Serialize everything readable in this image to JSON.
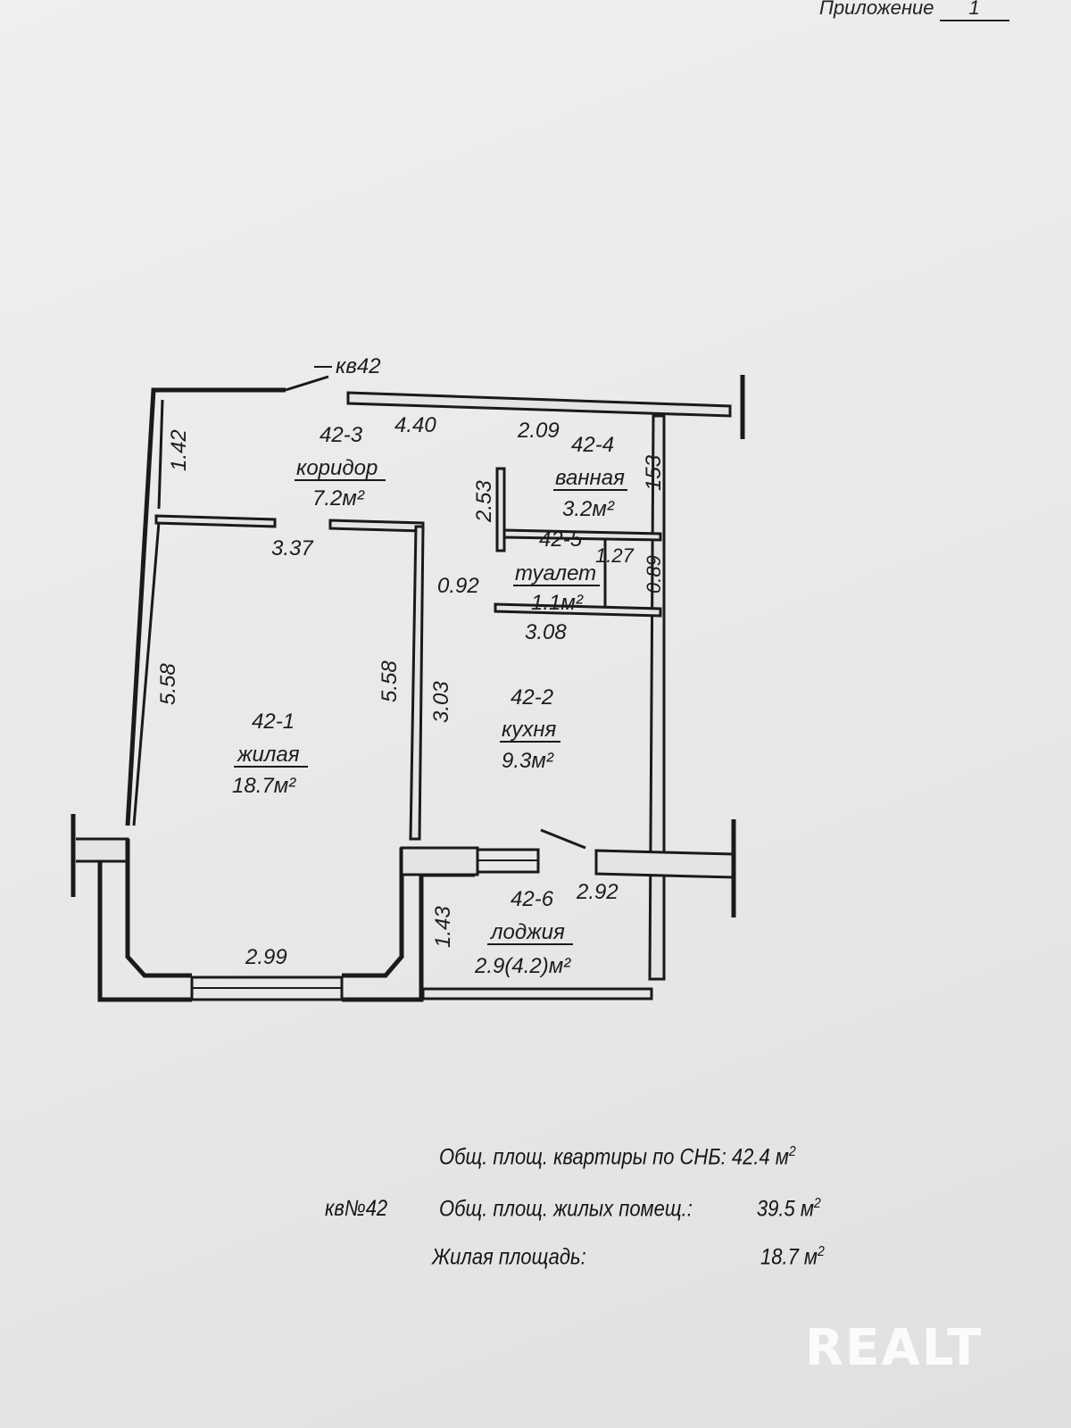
{
  "header": {
    "appendix_label": "Приложение",
    "appendix_number": "1"
  },
  "plan": {
    "apartment_label": "кв42",
    "rooms": [
      {
        "id": "42-1",
        "name": "жилая",
        "area": "18.7м²"
      },
      {
        "id": "42-2",
        "name": "кухня",
        "area": "9.3м²"
      },
      {
        "id": "42-3",
        "name": "коридор",
        "area": "7.2м²"
      },
      {
        "id": "42-4",
        "name": "ванная",
        "area": "3.2м²"
      },
      {
        "id": "42-5",
        "name": "туалет",
        "area": "1.1м²"
      },
      {
        "id": "42-6",
        "name": "лоджия",
        "area": "2.9(4.2)м²"
      }
    ],
    "dimensions": {
      "corridor_left": "1.42",
      "corridor_top": "4.40",
      "bath_top": "2.09",
      "bath_right": "153",
      "bath_left": "2.53",
      "living_top": "3.37",
      "kitchen_top": "0.92",
      "toilet_width": "1.27",
      "toilet_right": "0.89",
      "kitchen_below_toilet": "3.08",
      "living_left": "5.58",
      "living_right": "5.58",
      "kitchen_left": "3.03",
      "living_bottom": "2.99",
      "loggia_left": "1.43",
      "loggia_top": "2.92"
    }
  },
  "summary": {
    "apartment_no": "кв№42",
    "rows": [
      {
        "label": "Общ. площ. квартиры по СНБ:",
        "value": "42.4 м",
        "sup": "2"
      },
      {
        "label": "Общ. площ. жилых помещ.:",
        "value": "39.5 м",
        "sup": "2"
      },
      {
        "label": "Жилая площадь:",
        "value": "18.7 м",
        "sup": "2"
      }
    ]
  },
  "watermark": "REALT"
}
